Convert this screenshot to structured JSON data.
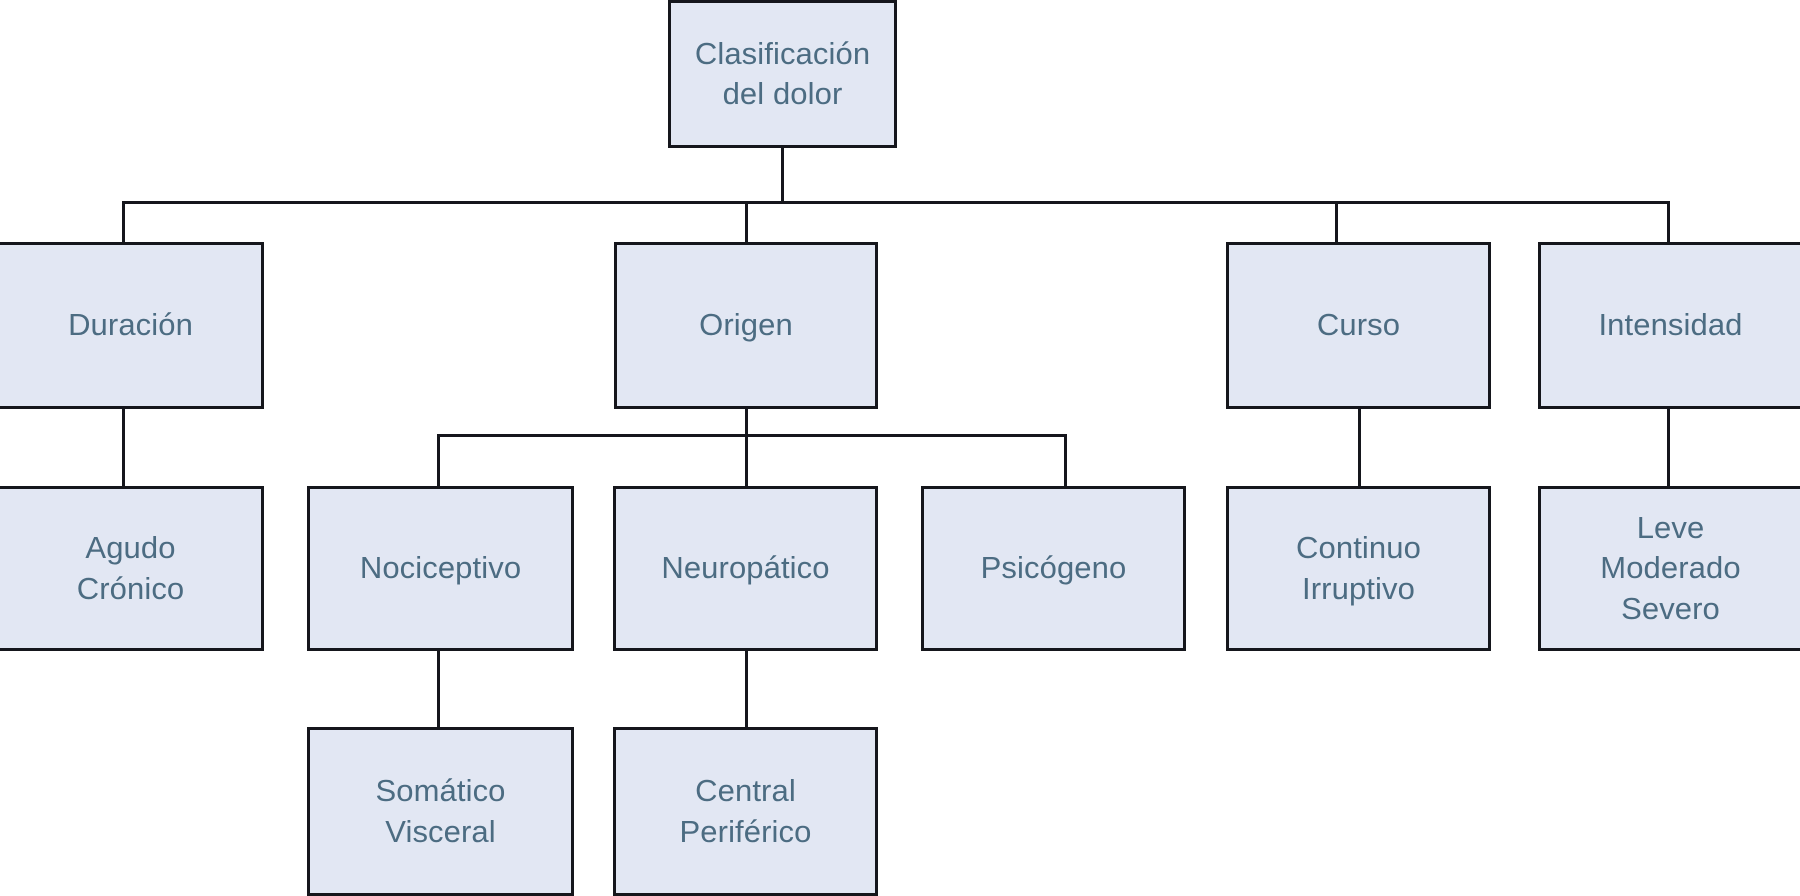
{
  "diagram": {
    "title": "Clasificación del dolor",
    "language": "es",
    "type": "hierarchical-tree",
    "colors": {
      "node_fill": "#e2e7f3",
      "node_border": "#15161c",
      "node_text": "#4c6c82",
      "connector": "#15161c",
      "background": "#ffffff"
    },
    "nodes": {
      "root": "Clasificación del dolor",
      "duracion": "Duración",
      "origen": "Origen",
      "curso": "Curso",
      "intensidad": "Intensidad",
      "agudo_cronico": "Agudo\nCrónico",
      "nociceptivo": "Nociceptivo",
      "neuropatico": "Neuropático",
      "psicogeno": "Psicógeno",
      "continuo_irruptivo": "Continuo\nIrruptivo",
      "leve_moderado_severo": "Leve\nModerado\nSevero",
      "somatico_visceral": "Somático\nVisceral",
      "central_periferico": "Central\nPeriférico"
    },
    "hierarchy": [
      {
        "level": 1,
        "label": "Clasificación del dolor",
        "children": [
          {
            "level": 2,
            "label": "Duración",
            "children": [
              {
                "level": 3,
                "label": "Agudo\nCrónico",
                "children": []
              }
            ]
          },
          {
            "level": 2,
            "label": "Origen",
            "children": [
              {
                "level": 3,
                "label": "Nociceptivo",
                "children": [
                  {
                    "level": 4,
                    "label": "Somático\nVisceral",
                    "children": []
                  }
                ]
              },
              {
                "level": 3,
                "label": "Neuropático",
                "children": [
                  {
                    "level": 4,
                    "label": "Central\nPeriférico",
                    "children": []
                  }
                ]
              },
              {
                "level": 3,
                "label": "Psicógeno",
                "children": []
              }
            ]
          },
          {
            "level": 2,
            "label": "Curso",
            "children": [
              {
                "level": 3,
                "label": "Continuo\nIrruptivo",
                "children": []
              }
            ]
          },
          {
            "level": 2,
            "label": "Intensidad",
            "children": [
              {
                "level": 3,
                "label": "Leve\nModerado\nSevero",
                "children": []
              }
            ]
          }
        ]
      }
    ]
  }
}
